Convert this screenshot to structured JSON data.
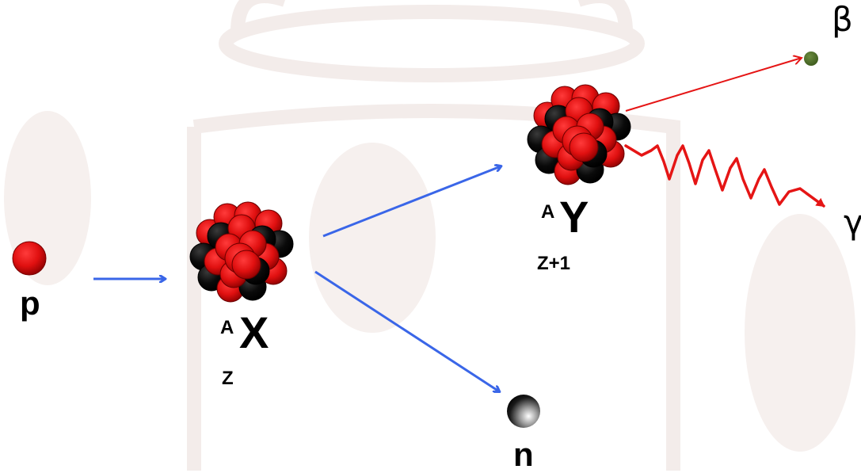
{
  "labels": {
    "proton": "p",
    "neutron": "n",
    "target_mass": "A",
    "target_symbol": "X",
    "target_atomic": "Z",
    "product_mass": "A",
    "product_symbol": "Y",
    "product_atomic": "Z+1",
    "beta": "β",
    "gamma": "γ"
  },
  "colors": {
    "background": "#ffffff",
    "watermark": "#f3ecea",
    "proton_red": "#e01010",
    "neutron_black": "#000000",
    "reaction_arrow": "#3a66e8",
    "emission_arrow": "#e51515",
    "beta_particle": "#4a6a2a"
  }
}
